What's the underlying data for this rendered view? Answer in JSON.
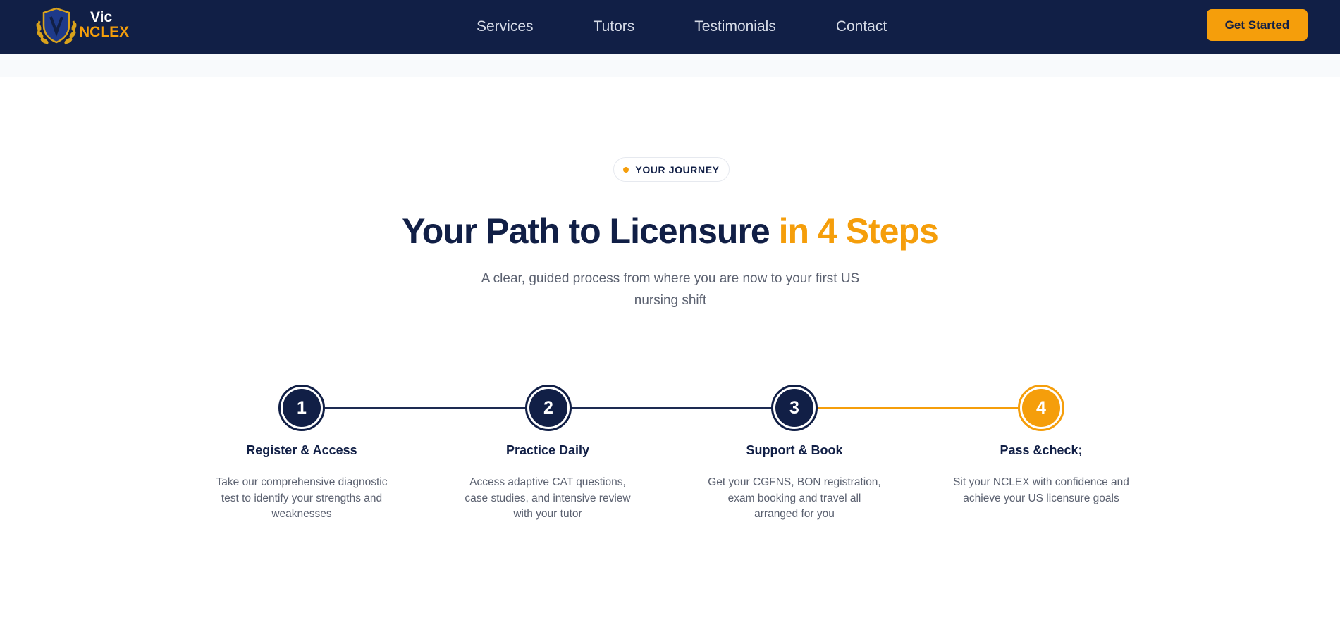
{
  "brand": {
    "name_top": "Vic",
    "name_bottom": "NCLEX",
    "logo_icon": "shield-laurel-icon",
    "colors": {
      "navy": "#111f46",
      "orange": "#f59e0b"
    }
  },
  "nav": {
    "links": [
      "Services",
      "Tutors",
      "Testimonials",
      "Contact"
    ],
    "cta_label": "Get Started"
  },
  "section": {
    "badge": "YOUR JOURNEY",
    "heading_main": "Your Path to Licensure",
    "heading_accent": "in 4 Steps",
    "subtitle": "A clear, guided process from where you are now to your first US nursing shift"
  },
  "steps": [
    {
      "number": "1",
      "title": "Register & Access",
      "description": "Take our comprehensive diagnostic test to identify your strengths and weaknesses"
    },
    {
      "number": "2",
      "title": "Practice Daily",
      "description": "Access adaptive CAT questions, case studies, and intensive review with your tutor"
    },
    {
      "number": "3",
      "title": "Support & Book",
      "description": "Get your CGFNS, BON registration, exam booking and travel all arranged for you"
    },
    {
      "number": "4",
      "title": "Pass &check;",
      "description": "Sit your NCLEX with confidence and achieve your US licensure goals"
    }
  ]
}
